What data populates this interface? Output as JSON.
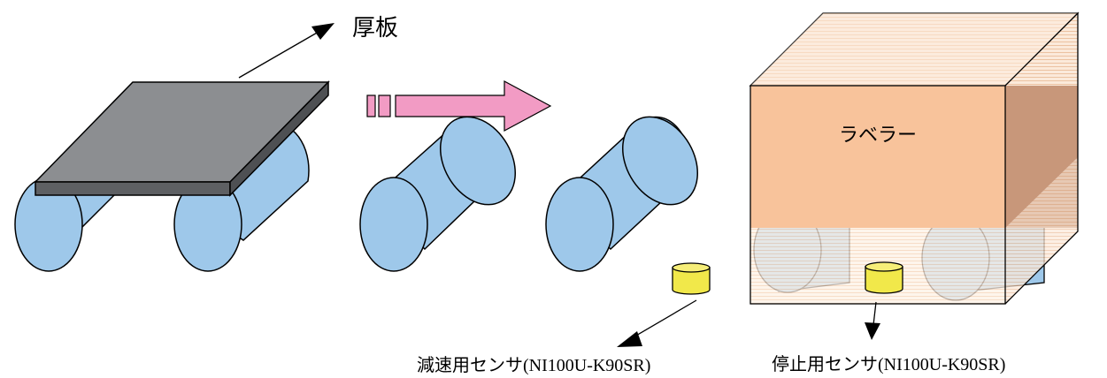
{
  "labels": {
    "plate": "厚板",
    "labeler": "ラベラー",
    "decel_sensor_jp": "減速用センサ",
    "decel_sensor_model": "(NI100U-K90SR)",
    "stop_sensor_jp": "停止用センサ",
    "stop_sensor_model": "(NI100U-K90SR)"
  },
  "colors": {
    "roller_fill": "#9ec8ea",
    "roller_stroke": "#000000",
    "plate_top": "#8c8e91",
    "plate_front": "#5e6063",
    "arrow_fill": "#f29bc4",
    "labeler_front": "#f8c39b",
    "labeler_side": "#c8977a",
    "labeler_top": "#fbe4d2",
    "sensor_fill": "#f1e84a"
  },
  "icons": {
    "flow_arrow": "right-arrow-icon"
  }
}
